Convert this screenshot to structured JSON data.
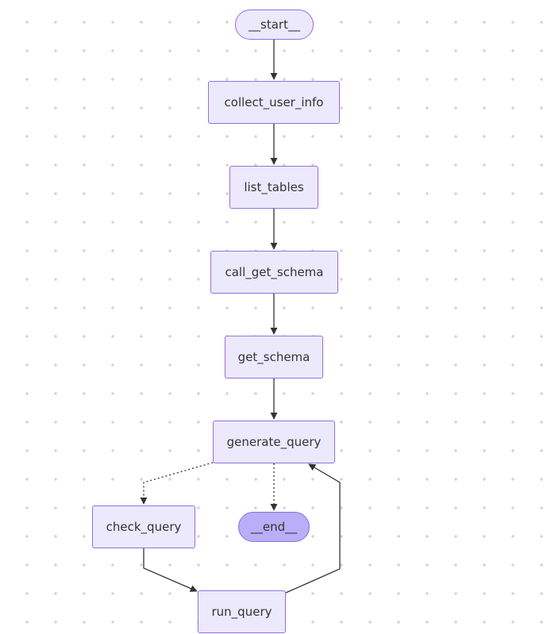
{
  "nodes": {
    "start": "__start__",
    "collect_user_info": "collect_user_info",
    "list_tables": "list_tables",
    "call_get_schema": "call_get_schema",
    "get_schema": "get_schema",
    "generate_query": "generate_query",
    "check_query": "check_query",
    "end": "__end__",
    "run_query": "run_query"
  },
  "edges": [
    {
      "from": "__start__",
      "to": "collect_user_info",
      "style": "solid"
    },
    {
      "from": "collect_user_info",
      "to": "list_tables",
      "style": "solid"
    },
    {
      "from": "list_tables",
      "to": "call_get_schema",
      "style": "solid"
    },
    {
      "from": "call_get_schema",
      "to": "get_schema",
      "style": "solid"
    },
    {
      "from": "get_schema",
      "to": "generate_query",
      "style": "solid"
    },
    {
      "from": "generate_query",
      "to": "check_query",
      "style": "dotted"
    },
    {
      "from": "generate_query",
      "to": "__end__",
      "style": "dotted"
    },
    {
      "from": "check_query",
      "to": "run_query",
      "style": "solid"
    },
    {
      "from": "run_query",
      "to": "generate_query",
      "style": "solid"
    }
  ],
  "colors": {
    "node_fill": "#ece9fc",
    "node_border": "#9370db",
    "end_fill": "#b9aef7",
    "edge": "#333333"
  }
}
